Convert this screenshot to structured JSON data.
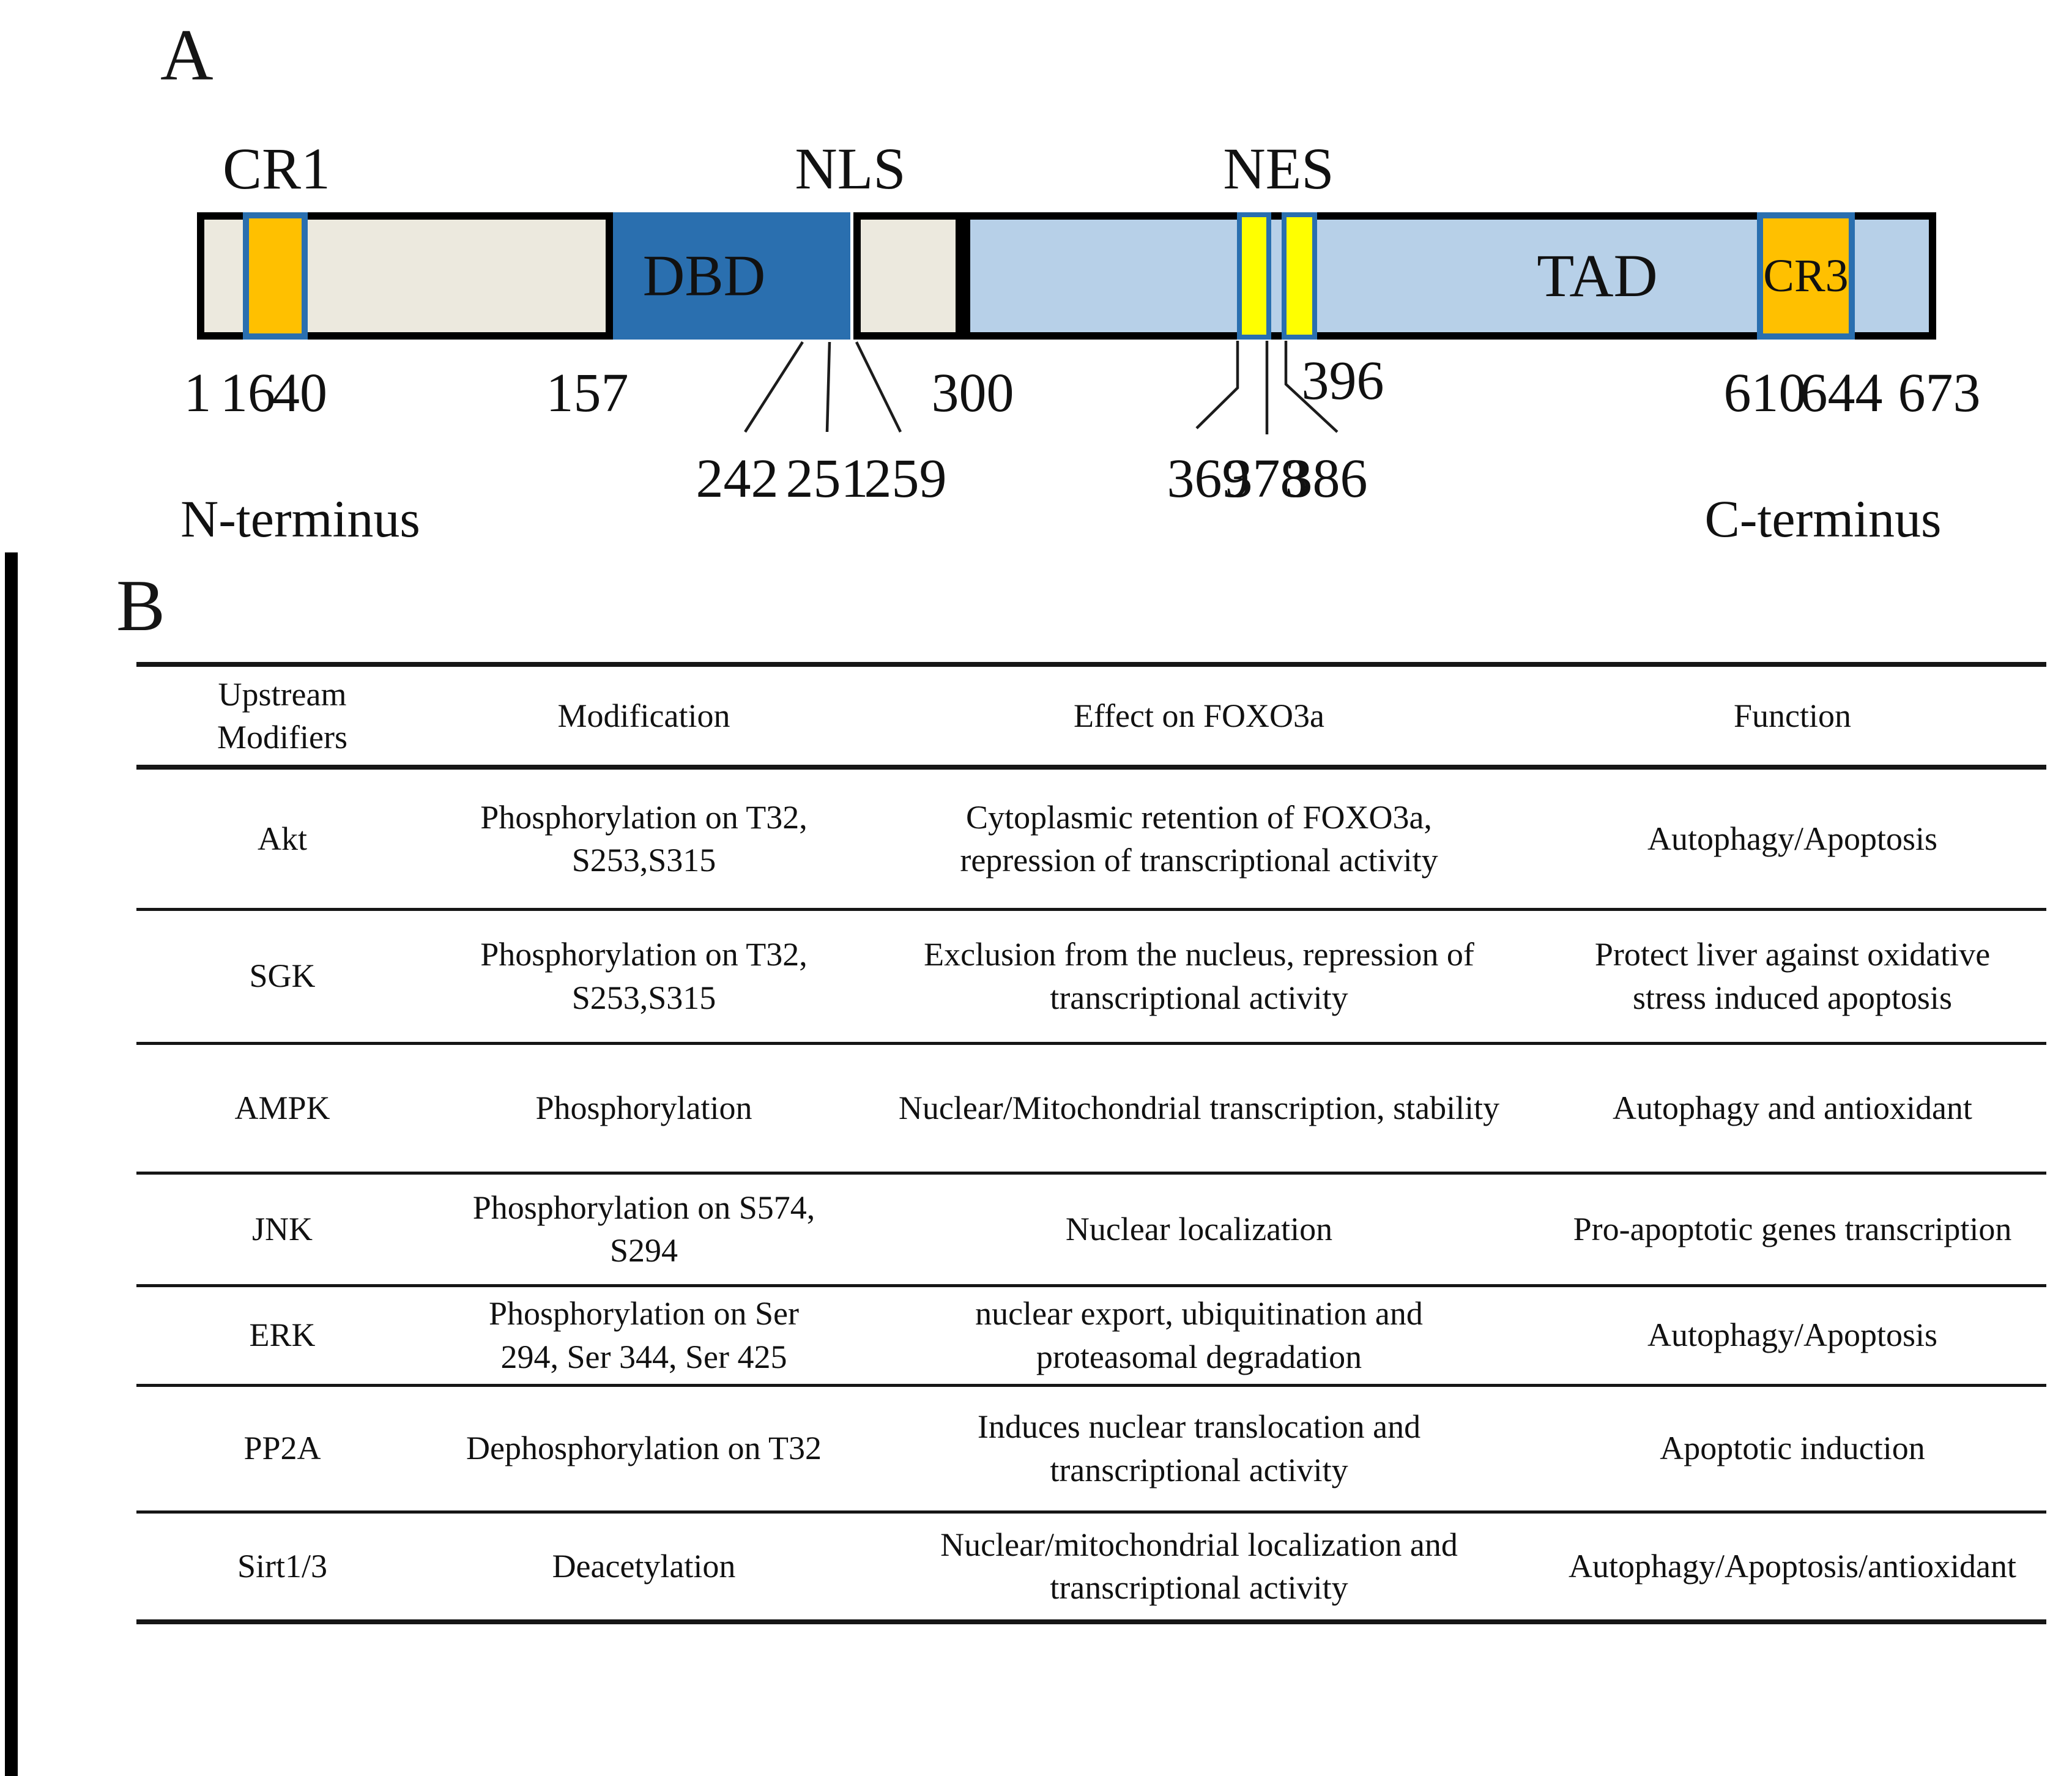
{
  "panelA": {
    "panel_label": "A",
    "labels_above": {
      "cr1": "CR1",
      "nls": "NLS",
      "nes": "NES"
    },
    "domains": {
      "dbd": "DBD",
      "tad": "TAD",
      "cr3": "CR3"
    },
    "ticks_row1": [
      "1",
      "16",
      "40",
      "157",
      "300",
      "610",
      "644",
      "673"
    ],
    "ticks_row2": [
      "242",
      "251",
      "259",
      "369",
      "378",
      "386"
    ],
    "tick_above": "396",
    "n_terminus": "N-terminus",
    "c_terminus": "C-terminus",
    "colors": {
      "orange": "#FFC000",
      "green": "#6FC841",
      "blue": "#2A6FAF",
      "light_blue": "#B7D0E8",
      "yellow": "#FFFF00",
      "beige": "#ECE9DE",
      "outline": "#000000"
    }
  },
  "panelB": {
    "panel_label": "B",
    "table": {
      "headers": [
        "Upstream\nModifiers",
        "Modification",
        "Effect on FOXO3a",
        "Function"
      ],
      "rows": [
        {
          "modifier": "Akt",
          "modification": "Phosphorylation on T32,\nS253,S315",
          "effect": "Cytoplasmic retention of FOXO3a,\nrepression of transcriptional activity",
          "function": "Autophagy/Apoptosis"
        },
        {
          "modifier": "SGK",
          "modification": "Phosphorylation on T32,\nS253,S315",
          "effect": "Exclusion from the nucleus, repression of\ntranscriptional activity",
          "function": "Protect liver against oxidative\nstress induced apoptosis"
        },
        {
          "modifier": "AMPK",
          "modification": "Phosphorylation",
          "effect": "Nuclear/Mitochondrial transcription, stability",
          "function": "Autophagy and antioxidant"
        },
        {
          "modifier": "JNK",
          "modification": "Phosphorylation on S574,\nS294",
          "effect": "Nuclear localization",
          "function": "Pro-apoptotic genes transcription"
        },
        {
          "modifier": "ERK",
          "modification": "Phosphorylation on Ser\n294, Ser 344, Ser 425",
          "effect": "nuclear export, ubiquitination and\nproteasomal degradation",
          "function": "Autophagy/Apoptosis"
        },
        {
          "modifier": "PP2A",
          "modification": "Dephosphorylation on T32",
          "effect": "Induces nuclear translocation and\ntranscriptional activity",
          "function": "Apoptotic induction"
        },
        {
          "modifier": "Sirt1/3",
          "modification": "Deacetylation",
          "effect": "Nuclear/mitochondrial localization and\ntranscriptional activity",
          "function": "Autophagy/Apoptosis/antioxidant"
        }
      ]
    }
  }
}
